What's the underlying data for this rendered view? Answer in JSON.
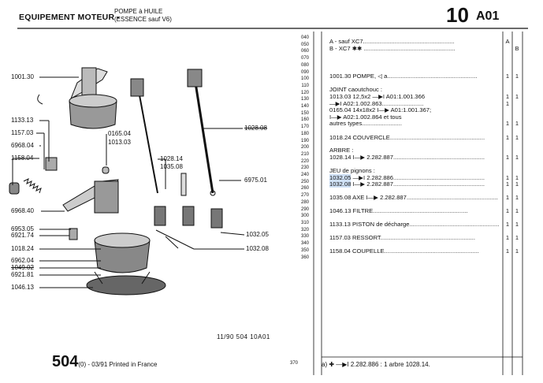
{
  "header": {
    "title": "EQUIPEMENT MOTEUR -",
    "subtitle_line1": "POMPE à HUILE",
    "subtitle_line2": "(ESSENCE sauf V6)",
    "section_number": "10",
    "section_code": "A01"
  },
  "callouts": {
    "c1001_30": "1001.30",
    "c1133_13": "1133.13",
    "c1157_03": "1157.03",
    "c6968_04": "6968.04",
    "c1158_04": "1158.04",
    "c6968_40": "6968.40",
    "c6953_05": "6953.05",
    "c6921_74": "6921.74",
    "c1018_24": "1018.24",
    "c6962_04": "6962.04",
    "c1049_02": "1049.02",
    "c6921_81": "6921.81",
    "c1046_13": "1046.13",
    "c0165_04": "0165.04",
    "c1013_03": "1013.03",
    "c1028_14": "1028.14",
    "c1035_08": "1035.08",
    "c1028_08": "1028.08",
    "c6975_01": "6975.01",
    "c1032_05": "1032.05",
    "c1032_08": "1032.08"
  },
  "line_numbers": [
    "040",
    "050",
    "060",
    "070",
    "080",
    "090",
    "100",
    "110",
    "120",
    "130",
    "140",
    "150",
    "160",
    "170",
    "180",
    "190",
    "200",
    "210",
    "220",
    "230",
    "240",
    "250",
    "260",
    "270",
    "280",
    "290",
    "300",
    "310",
    "320",
    "330",
    "340",
    "350",
    "360"
  ],
  "footer": {
    "print_code": "11/90  504  10A01",
    "model": "504",
    "model_suffix": "(0) - 03/91 Printed in France",
    "last_line": "370",
    "footnote": "a) ✚  —▶I 2.282.886 : 1 arbre 1028.14."
  },
  "parts_rows": [
    {
      "text": "A - sauf XC7.......................................................",
      "a": "A",
      "b": ""
    },
    {
      "text": "B - XC7 ✱✱ .......................................................",
      "a": "",
      "b": "B"
    },
    {
      "text": "1001.30 POMPE, ◁ a......................................................",
      "a": "1",
      "b": "1"
    },
    {
      "text": "            JOINT caoutchouc :",
      "a": "",
      "b": ""
    },
    {
      "text": "1013.03  12,5x2   —▶I A01:1.001.366",
      "a": "1",
      "b": "1"
    },
    {
      "text": "                              —▶I A02:1.002.863.........................",
      "a": "1",
      "b": ""
    },
    {
      "text": "0165.04  14x18x2 I—▶ A01:1.001.367;",
      "a": "",
      "b": ""
    },
    {
      "text": "                              I—▶ A02:1.002.864 et tous",
      "a": "",
      "b": ""
    },
    {
      "text": "                                       autres types........................",
      "a": "1",
      "b": "1"
    },
    {
      "text": "1018.24 COUVERCLE.........................................................",
      "a": "1",
      "b": "1"
    },
    {
      "text": "            ARBRE :",
      "a": "",
      "b": ""
    },
    {
      "text": "1028.14   I—▶ 2.282.887.......................................................",
      "a": "1",
      "b": "1"
    },
    {
      "text": "            JEU de pignons :",
      "a": "",
      "b": ""
    },
    {
      "text": "1032.05   —▶I 2.282.886.......................................................",
      "a": "1",
      "b": "1"
    },
    {
      "text": "1032.08   I—▶ 2.282.887.......................................................",
      "a": "1",
      "b": "1"
    },
    {
      "text": "1035.08 AXE I—▶ 2.282.887.......................................................",
      "a": "1",
      "b": "1"
    },
    {
      "text": "1046.13 FILTRE.........................................................",
      "a": "1",
      "b": "1"
    },
    {
      "text": "1133.13 PISTON de décharge......................................................",
      "a": "1",
      "b": "1"
    },
    {
      "text": "1157.03 RESSORT.........................................................",
      "a": "1",
      "b": "1"
    },
    {
      "text": "1158.04 COUPELLE.........................................................",
      "a": "1",
      "b": "1"
    }
  ]
}
